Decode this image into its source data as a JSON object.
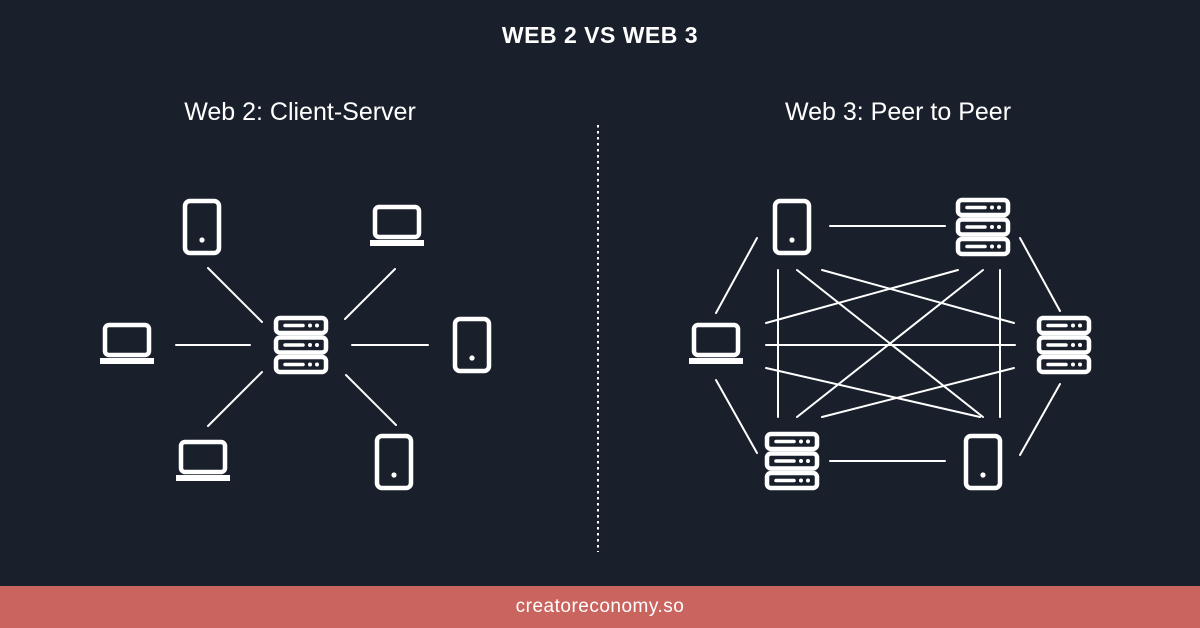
{
  "title": "WEB 2 VS WEB 3",
  "web2": {
    "title": "Web 2: Client-Server",
    "nodes": [
      "phone",
      "laptop",
      "laptop",
      "server",
      "phone",
      "laptop",
      "phone"
    ]
  },
  "web3": {
    "title": "Web 3: Peer to Peer",
    "nodes": [
      "phone",
      "server",
      "laptop",
      "server",
      "server",
      "phone"
    ]
  },
  "footer": {
    "text": "creatoreconomy.so"
  },
  "colors": {
    "background": "#1a202b",
    "foreground": "#ffffff",
    "footer": "#c9645f"
  },
  "icons": [
    "phone-icon",
    "laptop-icon",
    "server-icon"
  ]
}
